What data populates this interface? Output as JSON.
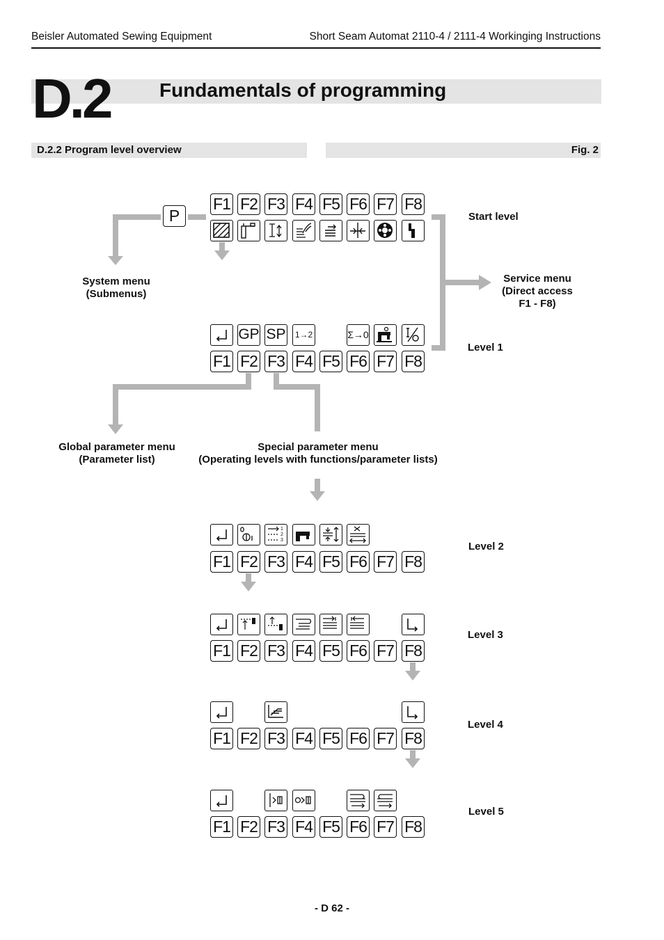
{
  "header": {
    "left": "Beisler Automated Sewing Equipment",
    "right": "Short Seam Automat 2110-4 / 2111-4 Workinging Instructions"
  },
  "chapter": {
    "number": "D.2",
    "title": "Fundamentals of programming"
  },
  "section": {
    "title": "D.2.2 Program level overview",
    "fig": "Fig. 2"
  },
  "p_key": "P",
  "labels": {
    "system_menu": [
      "System menu",
      "(Submenus)"
    ],
    "service_menu": [
      "Service menu",
      "(Direct access",
      "F1 - F8)"
    ],
    "global_menu": [
      "Global parameter menu",
      "(Parameter list)"
    ],
    "special_menu": [
      "Special parameter menu",
      "(Operating levels with functions/parameter lists)"
    ]
  },
  "levels": [
    {
      "name": "Start level",
      "fkeys": [
        "F1",
        "F2",
        "F3",
        "F4",
        "F5",
        "F6",
        "F7",
        "F8"
      ],
      "icons": [
        "hatch-icon",
        "fold-icon",
        "seam-length-icon",
        "thread-icon",
        "stack-icon",
        "needle-icon",
        "spool-icon",
        "step-icon"
      ]
    },
    {
      "name": "Level 1",
      "fkeys": [
        "F1",
        "F2",
        "F3",
        "F4",
        "F5",
        "F6",
        "F7",
        "F8"
      ],
      "icons": [
        "return-icon",
        "gp-text",
        "sp-text",
        "one-to-two-icon",
        "",
        "sum-reset-icon",
        "sewing-machine-icon",
        "io-icon"
      ],
      "icon_text": {
        "gp": "GP",
        "sp": "SP",
        "onetwo": "1→2",
        "sum": "Σ→0"
      }
    },
    {
      "name": "Level 2",
      "fkeys": [
        "F1",
        "F2",
        "F3",
        "F4",
        "F5",
        "F6",
        "F7",
        "F8"
      ],
      "icons": [
        "return-icon",
        "onoff-icon",
        "sequence-icon",
        "machine-icon",
        "distance-icon",
        "cut-icon",
        "",
        ""
      ]
    },
    {
      "name": "Level 3",
      "fkeys": [
        "F1",
        "F2",
        "F3",
        "F4",
        "F5",
        "F6",
        "F7",
        "F8"
      ],
      "icons": [
        "return-icon",
        "start-pos-icon",
        "end-pos-icon",
        "align-icon",
        "edge-in-icon",
        "edge-out-icon",
        "",
        "next-level-icon"
      ]
    },
    {
      "name": "Level 4",
      "fkeys": [
        "F1",
        "F2",
        "F3",
        "F4",
        "F5",
        "F6",
        "F7",
        "F8"
      ],
      "icons": [
        "return-icon",
        "",
        "ramp-icon",
        "",
        "",
        "",
        "",
        "next-level-icon"
      ]
    },
    {
      "name": "Level 5",
      "fkeys": [
        "F1",
        "F2",
        "F3",
        "F4",
        "F5",
        "F6",
        "F7",
        "F8"
      ],
      "icons": [
        "return-icon",
        "",
        "sensor-icon",
        "photocell-icon",
        "",
        "feed-right-icon",
        "feed-left-icon",
        ""
      ]
    }
  ],
  "footer": "- D 62 -"
}
